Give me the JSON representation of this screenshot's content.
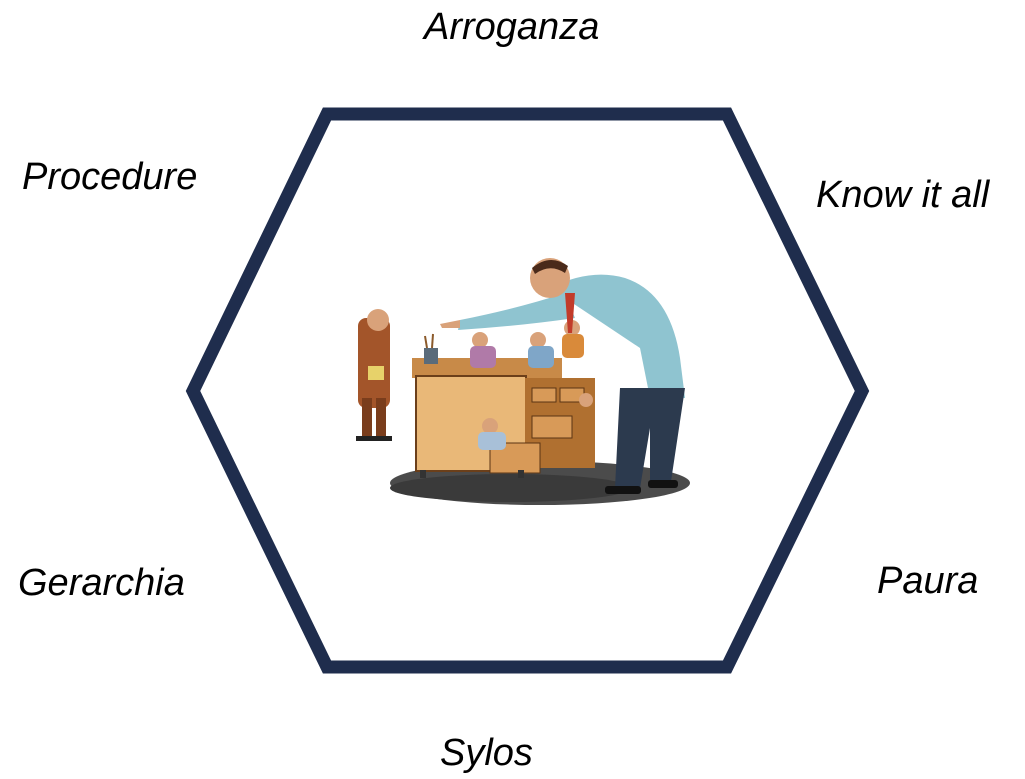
{
  "diagram": {
    "shape": "hexagon",
    "outline_color": "#1f2d4d",
    "center_image": "office-boss-scolding-workers-illustration",
    "labels": {
      "top": "Arroganza",
      "top_left": "Procedure",
      "top_right": "Know it all",
      "bottom_left": "Gerarchia",
      "bottom_right": "Paura",
      "bottom": "Sylos"
    }
  }
}
